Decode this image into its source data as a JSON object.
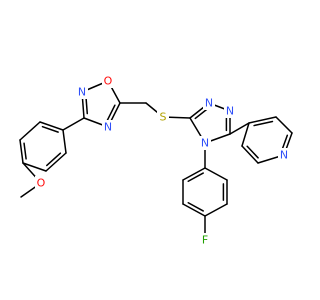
{
  "molecule": {
    "atoms": [
      {
        "id": "N1",
        "element": "N",
        "label": "N",
        "color": "#3050F8"
      },
      {
        "id": "N2",
        "element": "N",
        "label": "N",
        "color": "#3050F8"
      },
      {
        "id": "N4",
        "element": "N",
        "label": "N",
        "color": "#3050F8"
      },
      {
        "id": "S",
        "element": "S",
        "label": "S",
        "color": "#B2A200"
      },
      {
        "id": "Ox1",
        "element": "O",
        "label": "O",
        "color": "#FF0D0D"
      },
      {
        "id": "Nx2",
        "element": "N",
        "label": "N",
        "color": "#3050F8"
      },
      {
        "id": "Nx4",
        "element": "N",
        "label": "N",
        "color": "#3050F8"
      },
      {
        "id": "Npy",
        "element": "N",
        "label": "N",
        "color": "#3050F8"
      },
      {
        "id": "F",
        "element": "F",
        "label": "F",
        "color": "#20A000"
      },
      {
        "id": "OMe",
        "element": "O",
        "label": "O",
        "color": "#FF0D0D"
      }
    ],
    "bond_color": "#000000"
  }
}
